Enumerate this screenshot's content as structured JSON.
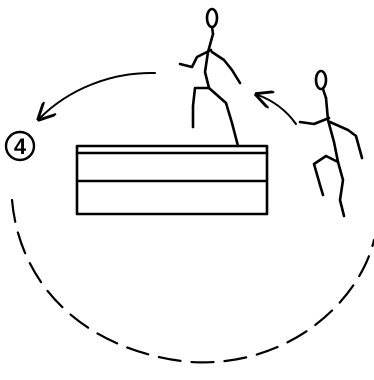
{
  "step": {
    "number": "4"
  },
  "colors": {
    "ink": "#000000",
    "background": "#ffffff"
  },
  "elements": {
    "apparatus": "box-block",
    "figures": [
      "running-figure",
      "stepping-figure"
    ],
    "paths": [
      "motion-arrow-left",
      "motion-arrow-right",
      "return-path-dashed"
    ]
  }
}
